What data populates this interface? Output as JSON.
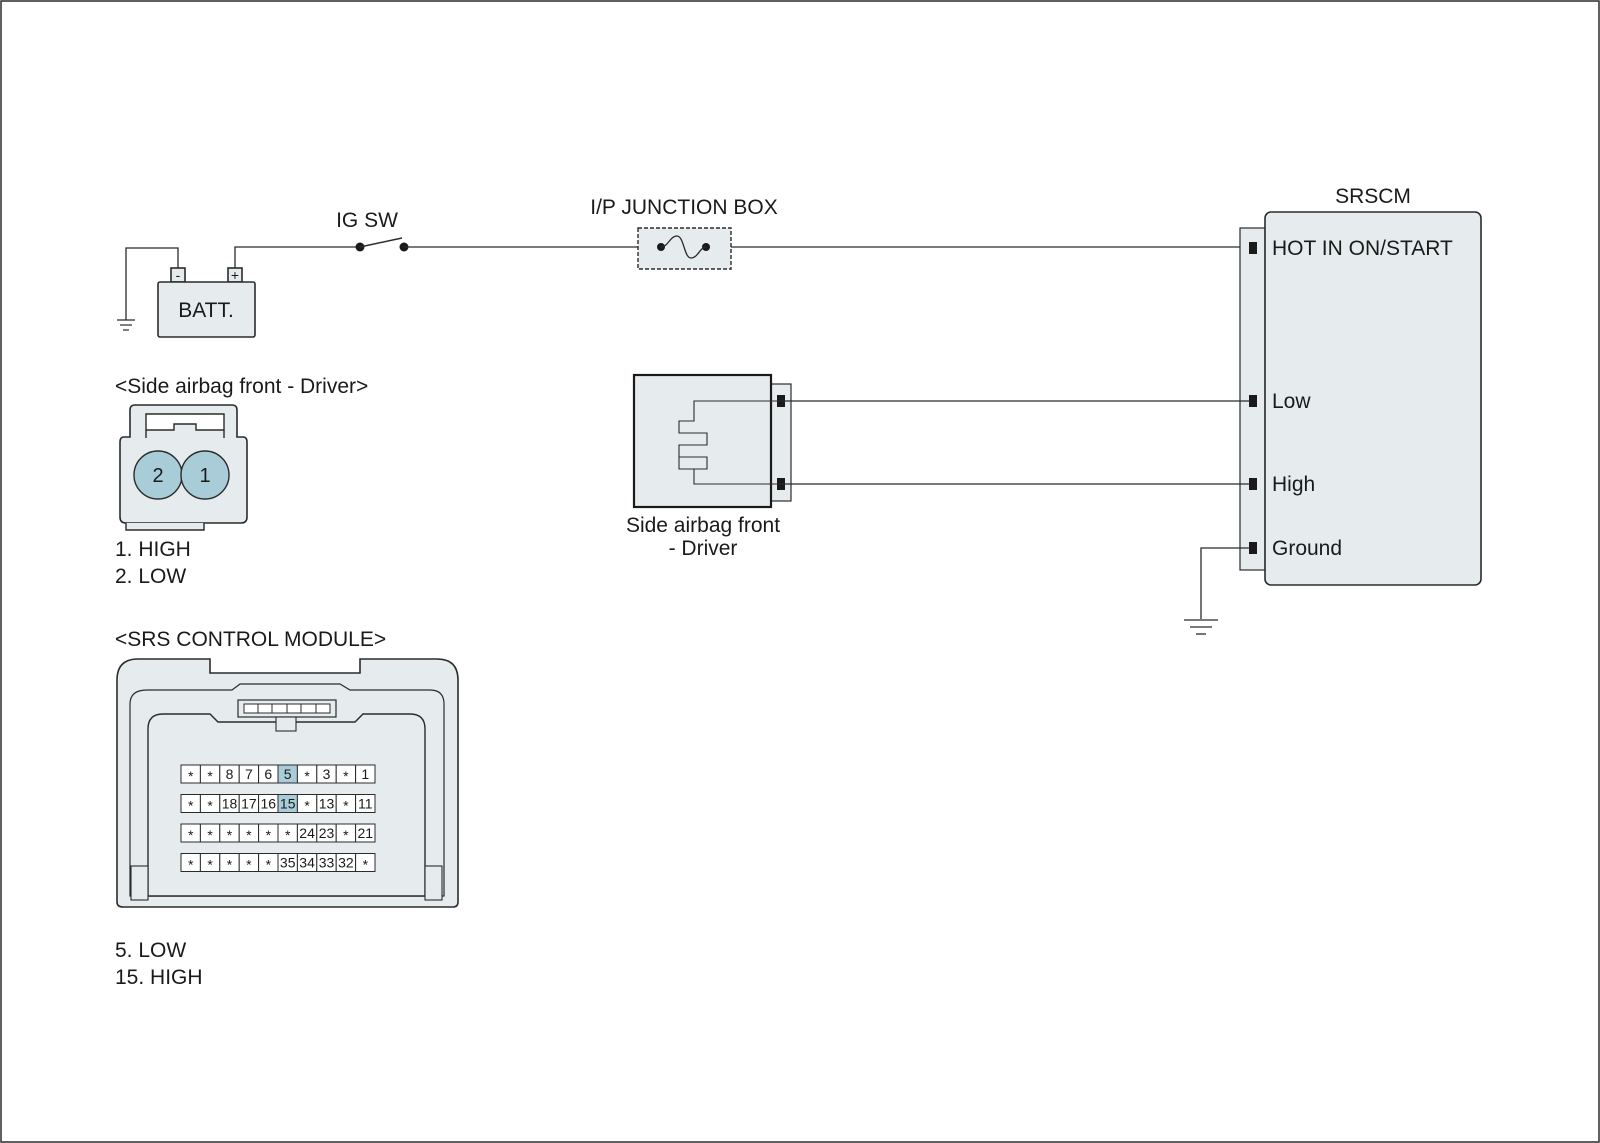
{
  "colors": {
    "component_fill": "#e6eced",
    "pin_highlight": "#a8cdd8",
    "line": "#2b2b2b",
    "background": "#ffffff"
  },
  "schematic": {
    "battery_label": "BATT.",
    "battery_neg": "-",
    "battery_pos": "+",
    "ig_switch_label": "IG SW",
    "junction_box_label": "I/P JUNCTION BOX",
    "module_title": "SRSCM",
    "module_pins": [
      "HOT IN ON/START",
      "Low",
      "High",
      "Ground"
    ],
    "airbag_label_line1": "Side airbag front",
    "airbag_label_line2": "- Driver"
  },
  "airbag_connector": {
    "title": "<Side airbag front - Driver>",
    "pins": [
      "2",
      "1"
    ],
    "legend": [
      "1. HIGH",
      "2. LOW"
    ]
  },
  "srs_connector": {
    "title": "<SRS CONTROL MODULE>",
    "rows": [
      [
        "*",
        "*",
        "8",
        "7",
        "6",
        "5",
        "*",
        "3",
        "*",
        "1"
      ],
      [
        "*",
        "*",
        "18",
        "17",
        "16",
        "15",
        "*",
        "13",
        "*",
        "11"
      ],
      [
        "*",
        "*",
        "*",
        "*",
        "*",
        "*",
        "24",
        "23",
        "*",
        "21"
      ],
      [
        "*",
        "*",
        "*",
        "*",
        "*",
        "35",
        "34",
        "33",
        "32",
        "*"
      ]
    ],
    "highlighted": [
      "5",
      "15"
    ],
    "legend": [
      "5. LOW",
      "15. HIGH"
    ]
  }
}
